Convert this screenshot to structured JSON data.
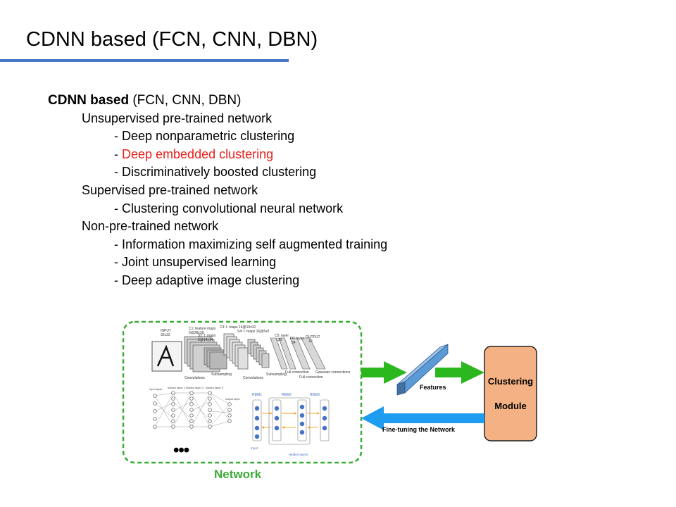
{
  "slide": {
    "title": "CDNN based (FCN, CNN, DBN)"
  },
  "outline": {
    "heading_bold": "CDNN based",
    "heading_rest": " (FCN, CNN, DBN)",
    "groups": [
      {
        "label": "Unsupervised  pre-trained  network",
        "items": [
          "- Deep nonparametric clustering",
          "- Deep embedded clustering",
          "- Discriminatively boosted clustering"
        ]
      },
      {
        "label": "Supervised pre-trained network",
        "items": [
          "- Clustering convolutional neural network"
        ]
      },
      {
        "label": "Non-pre-trained network",
        "items": [
          "- Information maximizing self augmented training",
          "- Joint unsupervised  learning",
          "- Deep adaptive image clustering"
        ]
      }
    ],
    "highlight_color": "#e8201a"
  },
  "diagram": {
    "network_label": "Network",
    "ellipsis": "•••",
    "features_label": "Features",
    "module_line1": "Clustering",
    "module_line2": "Module",
    "finetune_label": "Fine-tuning the Network",
    "cnn": {
      "input_label": "INPUT",
      "input_size": "32x32",
      "c1_label": "C1: feature maps",
      "c1_size": "6@28x28",
      "s2_label": "S2: f. maps",
      "s2_size": "6@14x14",
      "c3_label": "C3: f. maps 16@10x10",
      "s4_label": "S4: f. maps 16@5x5",
      "c5_label": "C5: layer",
      "c5_size": "120",
      "f6_label": "F6: layer",
      "f6_size": "84",
      "output_label": "OUTPUT",
      "output_size": "10",
      "op_convolutions": "Convolutions",
      "op_subsampling": "Subsampling",
      "op_convolutions2": "Convolutions",
      "op_subsampling2": "Subsampling",
      "op_full": "Full connection",
      "op_full2": "Full connection",
      "op_gaussian": "Gaussian connections"
    },
    "fcn": {
      "input_layer": "input layer",
      "hidden1": "hidden layer 1",
      "hidden2": "hidden layer 2",
      "hidden3": "hidden layer 3",
      "output_layer": "output layer"
    },
    "dbn": {
      "rbm1": "RBM1",
      "rbm2": "RBM2",
      "rbm3": "RBM3",
      "input": "Input",
      "hidden": "Hidden layers"
    },
    "colors": {
      "network_border": "#3aab36",
      "network_text": "#3aab36",
      "green_arrow": "#2bb81e",
      "blue_arrow": "#1e9cf0",
      "feature_bar": "#5b9bd5",
      "module_fill": "#f4b183",
      "dbn_node": "#4472c4"
    }
  }
}
